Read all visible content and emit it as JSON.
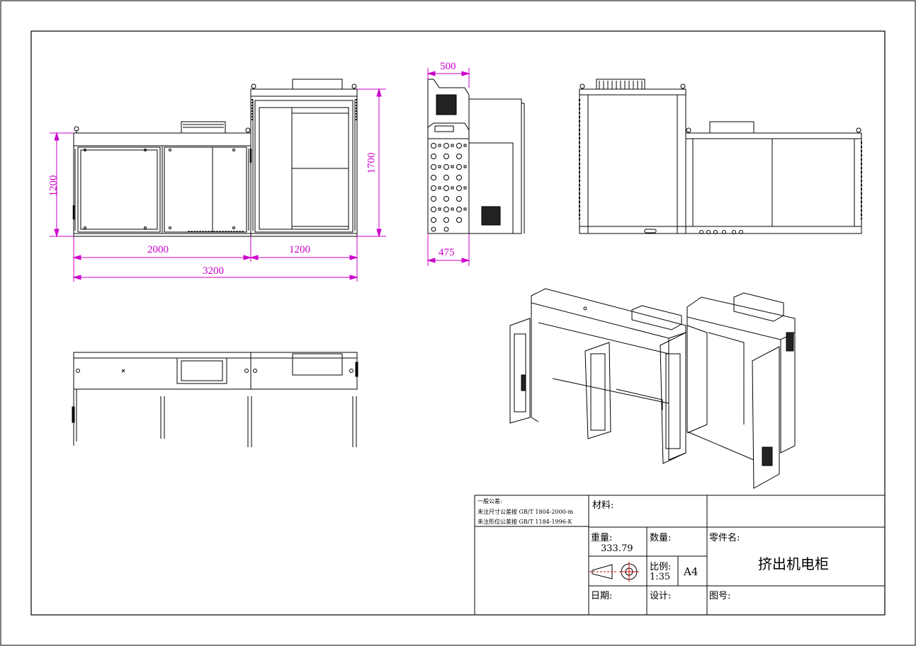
{
  "dimensions": {
    "front_height_left": "1200",
    "front_height_right": "1700",
    "front_width_a": "2000",
    "front_width_b": "1200",
    "front_total": "3200",
    "side_top": "500",
    "side_bottom": "475"
  },
  "title_block": {
    "tolerance_header": "一般公差:",
    "tolerance_line1": "未注尺寸公差按 GB/T 1804-2000-m",
    "tolerance_line2": "未注形位公差按 GB/T 1184-1996-K",
    "material_label": "材料:",
    "weight_label": "重量:",
    "weight_value": "333.79",
    "quantity_label": "数量:",
    "part_name_label": "零件名:",
    "part_name": "挤出机电柜",
    "scale_label": "比例:",
    "scale_value": "1:35",
    "paper_size": "A4",
    "date_label": "日期:",
    "design_label": "设计:",
    "drawing_no_label": "图号:"
  },
  "colors": {
    "line": "#000000",
    "dimension": "#cc00cc",
    "projection_red": "#cc0000"
  }
}
